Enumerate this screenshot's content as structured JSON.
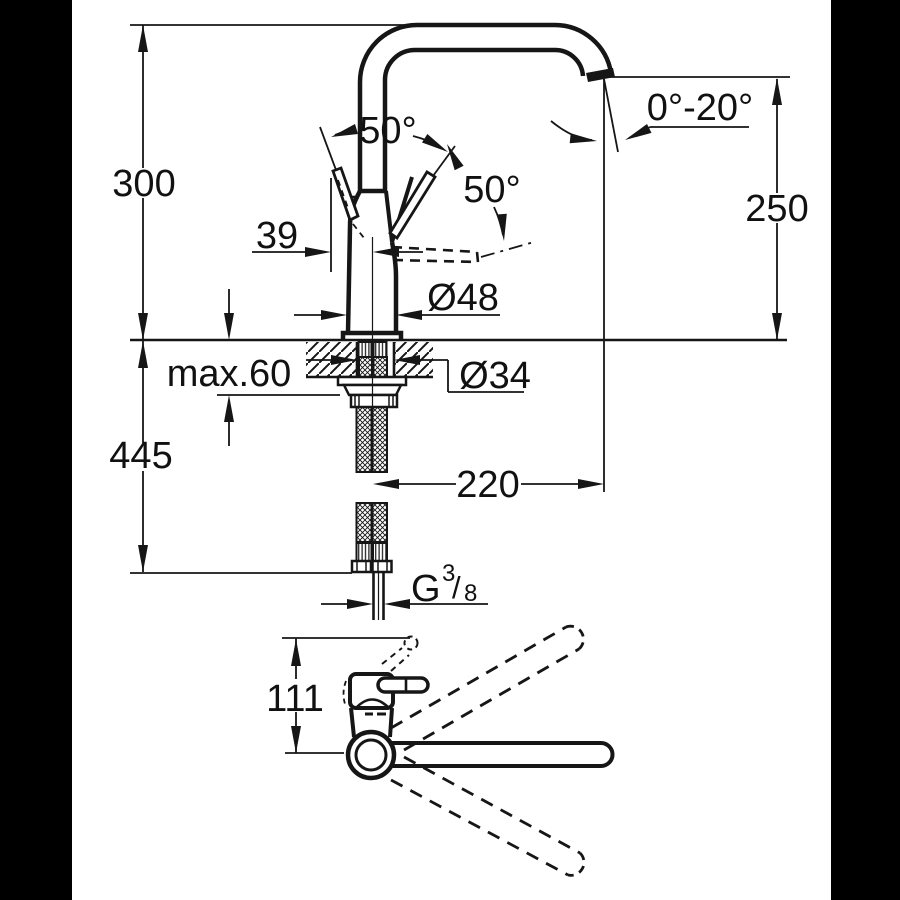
{
  "page": {
    "background": "#ffffff",
    "sidebar_color": "#000000",
    "line_color": "#161616"
  },
  "drawing": {
    "type": "faucet-installation-dimension-drawing",
    "views": [
      "side-elevation",
      "top-plan"
    ],
    "labels": {
      "height_above_deck": "300",
      "total_height": "445",
      "outlet_height": "250",
      "lever_offset": "39",
      "lever_angle_upper": "50°",
      "lever_angle_side": "50°",
      "spout_tilt_range": "0°-20°",
      "body_diameter": "Ø48",
      "hole_diameter": "Ø34",
      "deck_thickness": "max.60",
      "spout_reach": "220",
      "top_view_depth": "111",
      "thread_g": "G",
      "thread_numerator": "3",
      "thread_slash": "/",
      "thread_denominator": "8"
    }
  }
}
